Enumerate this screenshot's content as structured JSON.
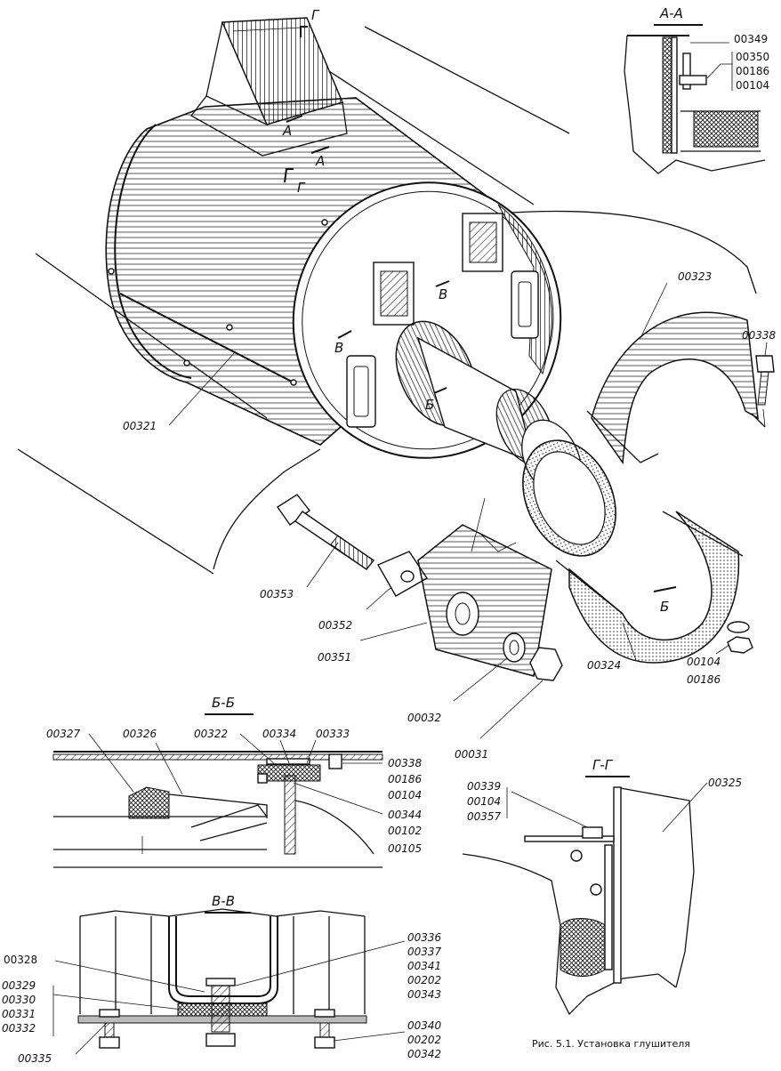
{
  "caption": "Рис. 5.1. Установка глушителя",
  "sections": {
    "aa": "А-А",
    "bb": "Б-Б",
    "vv": "В-В",
    "gg": "Г-Г"
  },
  "cut_marks": {
    "g": "Г",
    "a": "А",
    "v": "В",
    "b": "Б"
  },
  "main_labels": {
    "p00321": "00321",
    "p00323": "00323",
    "p00338": "00338",
    "p00324": "00324",
    "p00104": "00104",
    "p00186": "00186",
    "p00353": "00353",
    "p00352": "00352",
    "p00351": "00351",
    "p00032": "00032",
    "p00031": "00031"
  },
  "aa_labels": [
    "00349",
    "00350",
    "00186",
    "00104"
  ],
  "bb_labels": {
    "p00327": "00327",
    "p00326": "00326",
    "p00322": "00322",
    "p00334": "00334",
    "p00333": "00333",
    "right": [
      "00338",
      "00186",
      "00104",
      "00344",
      "00102",
      "00105"
    ]
  },
  "vv_labels": {
    "left_single": "00328",
    "left_group": [
      "00329",
      "00330",
      "00331",
      "00332"
    ],
    "bottom": "00335",
    "right_top": [
      "00336",
      "00337",
      "00341",
      "00202",
      "00343"
    ],
    "right_bottom": [
      "00340",
      "00202",
      "00342"
    ]
  },
  "gg_labels": {
    "left_group": [
      "00339",
      "00104",
      "00357"
    ],
    "p00325": "00325"
  }
}
